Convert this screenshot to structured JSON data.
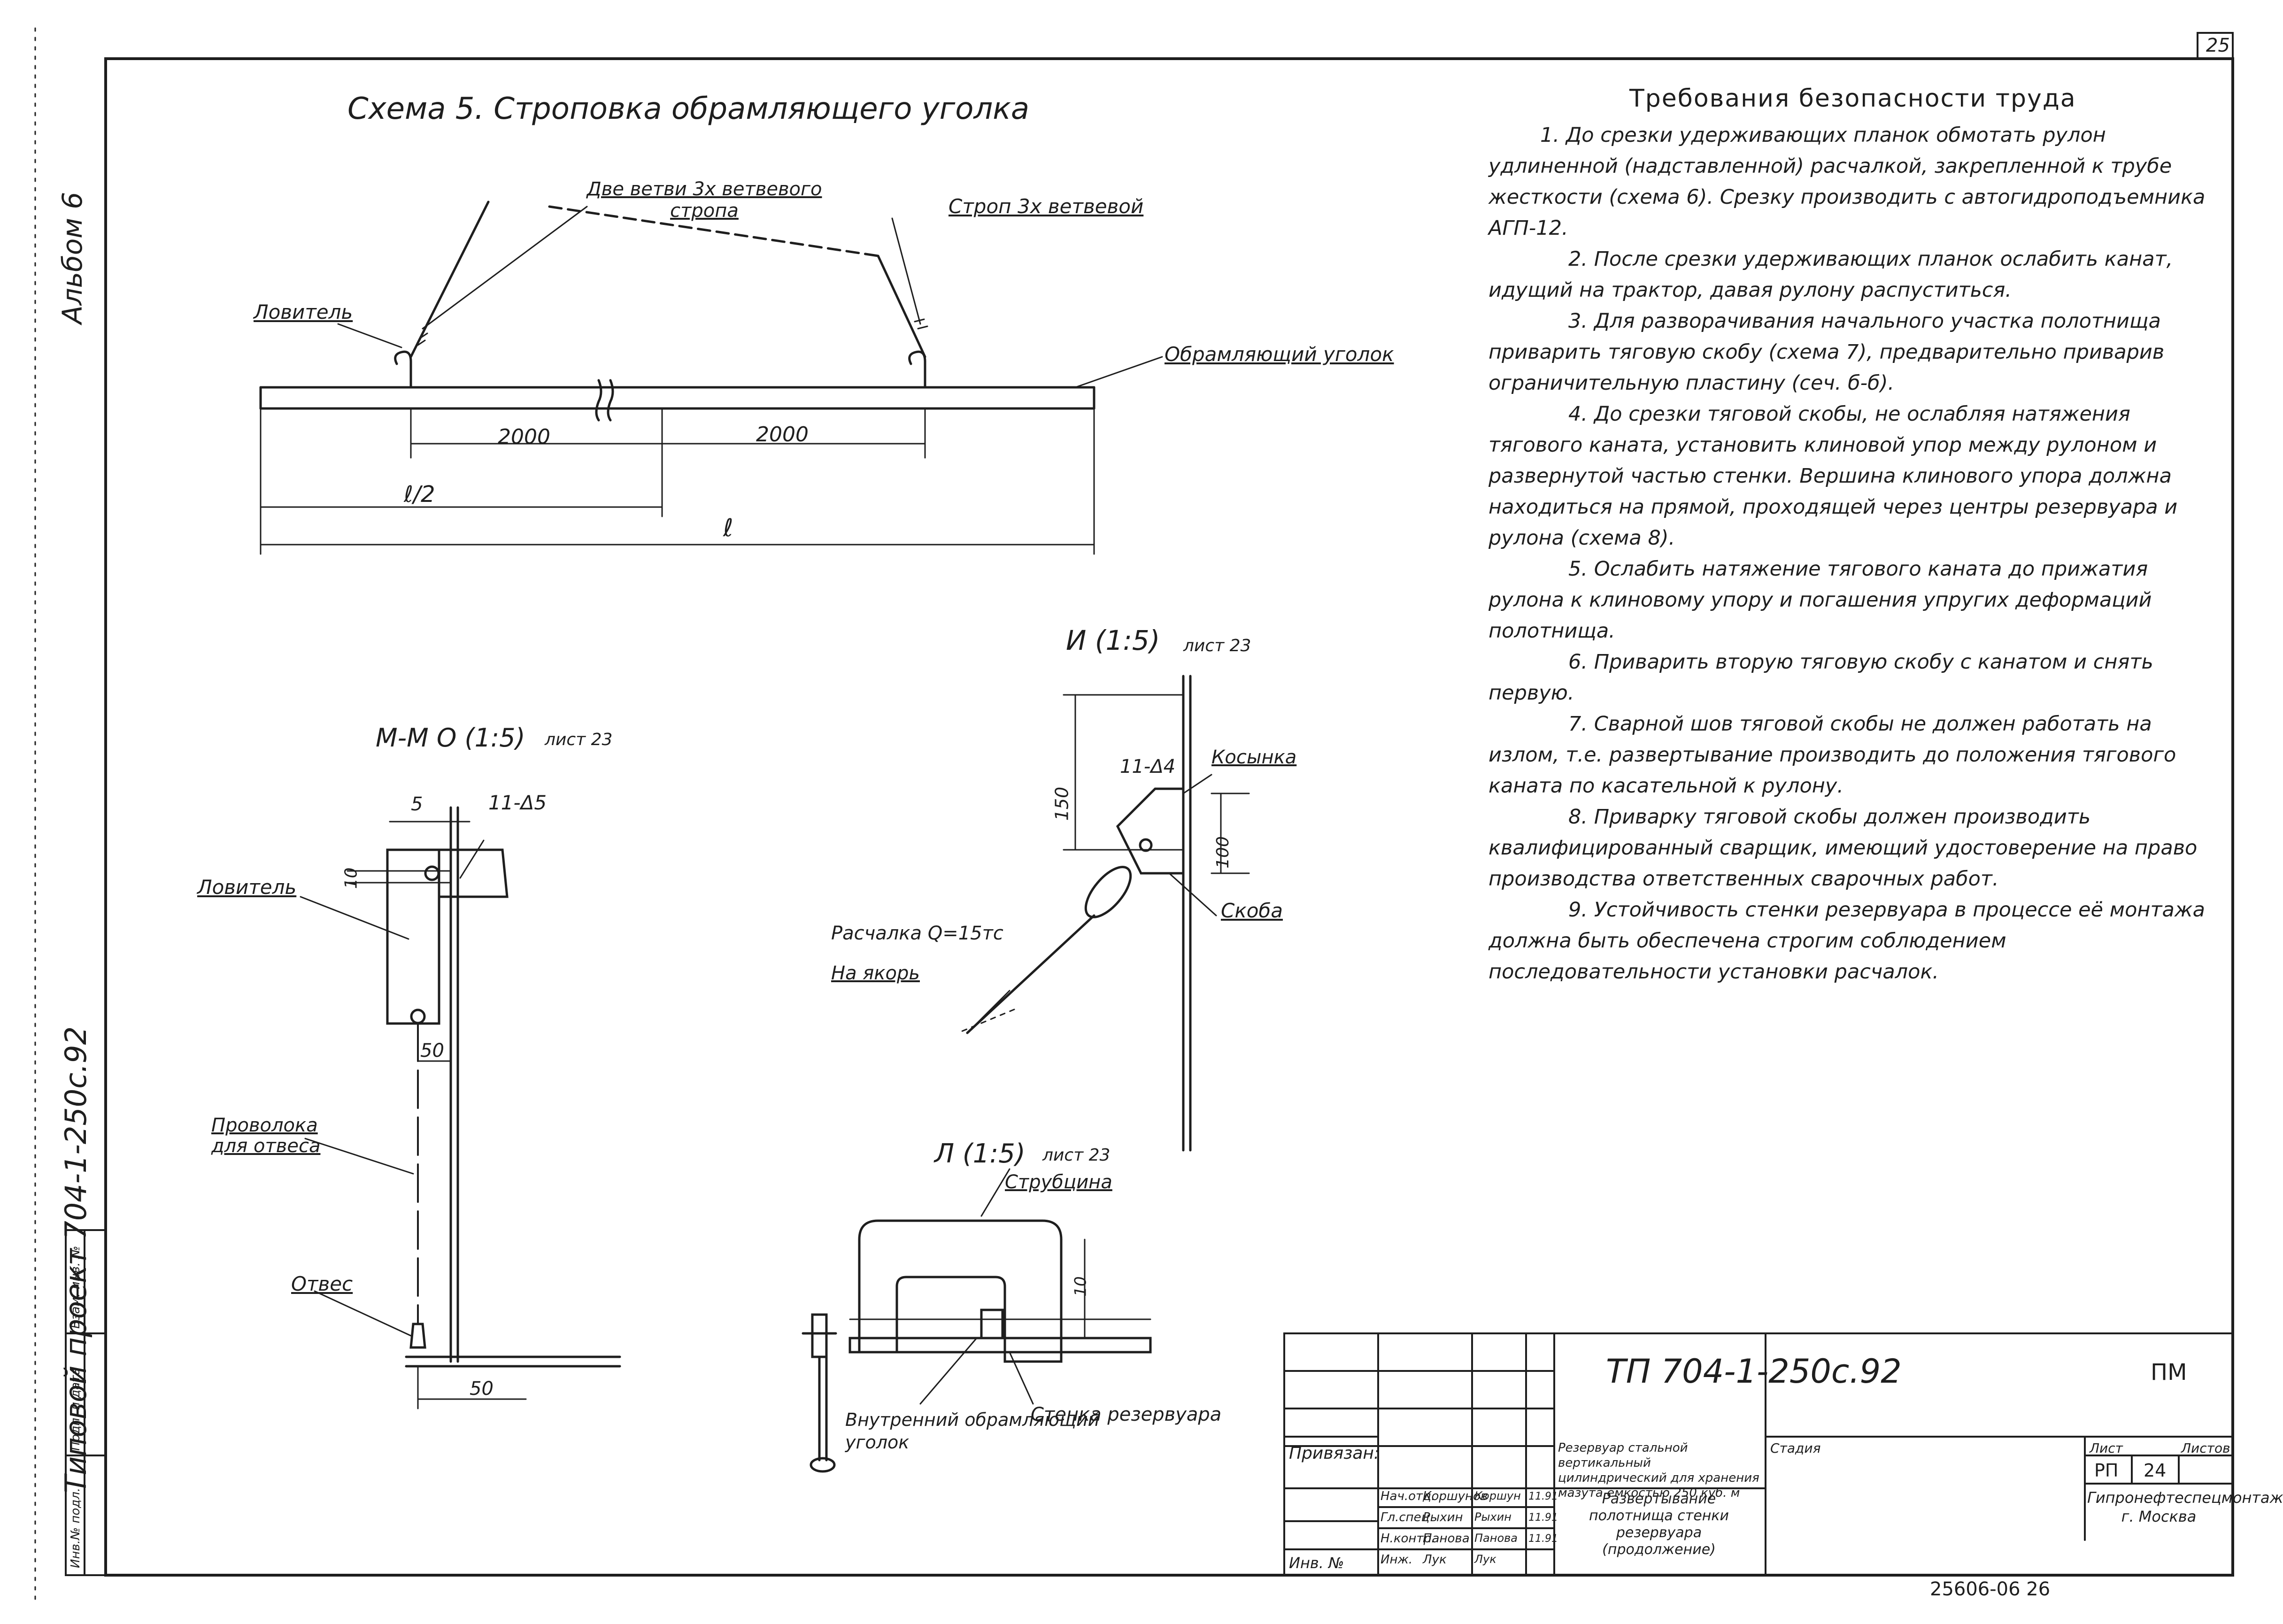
{
  "sheet": {
    "page_number": "25",
    "side_note": "Альбом 6",
    "side_project": "Типовой проект 704-1-250с.92",
    "side_columns": [
      "Инв.№ подл.",
      "Подп. и дата",
      "Взам. инв. №"
    ]
  },
  "scheme5": {
    "title": "Схема 5. Строповка обрамляющего уголка",
    "labels": {
      "two_branches": "Две ветви 3х ветвевого стропа",
      "sling": "Строп 3х ветвевой",
      "catcher": "Ловитель",
      "angle": "Обрамляющий уголок",
      "dim_2000a": "2000",
      "dim_2000b": "2000",
      "dim_half": "ℓ/2",
      "dim_full": "ℓ"
    }
  },
  "detail_mmo": {
    "title": "М-М О (1:5)",
    "sheet_ref": "лист 23",
    "labels": {
      "dim_5": "5",
      "weld": "11-Δ5",
      "dim_10": "10",
      "catcher": "Ловитель",
      "wire": "Проволока для отвеса",
      "plumb": "Отвес",
      "dim_50a": "50",
      "dim_50b": "50"
    }
  },
  "detail_i": {
    "title": "И (1:5)",
    "sheet_ref": "лист 23",
    "labels": {
      "dim_150": "150",
      "weld": "11-Δ4",
      "gusset": "Косынка",
      "dim_100": "100",
      "bracket": "Скоба",
      "guy": "Расчалка Q=15тс",
      "anchor": "На якорь"
    }
  },
  "detail_l": {
    "title": "Л (1:5)",
    "sheet_ref": "лист 23",
    "labels": {
      "clamp": "Струбцина",
      "dim_10": "10",
      "inner_angle": "Внутренний обрамляющий уголок",
      "tank_wall": "Стенка резервуара"
    }
  },
  "requirements": {
    "title": "Требования безопасности труда",
    "items": [
      "1. До срезки удерживающих планок обмотать рулон удлиненной (надставленной) расчалкой, закрепленной к трубе жесткости (схема 6). Срезку производить с автогидроподъемника АГП-12.",
      "2. После срезки удерживающих планок ослабить канат, идущий на трактор, давая рулону распуститься.",
      "3. Для разворачивания начального участка полотнища приварить тяговую скобу (схема 7), предварительно приварив ограничительную пластину (сеч. б-б).",
      "4. До срезки тяговой скобы, не ослабляя натяжения тягового каната, установить клиновой упор между рулоном и развернутой частью стенки. Вершина клинового упора должна находиться на прямой, проходящей через центры резервуара и рулона (схема 8).",
      "5. Ослабить натяжение тягового каната до прижатия рулона к клиновому упору и погашения упругих деформаций полотнища.",
      "6. Приварить вторую тяговую скобу с канатом и снять первую.",
      "7. Сварной шов тяговой скобы не должен работать на излом, т.е. развертывание производить до положения тягового каната по касательной к рулону.",
      "8. Приварку тяговой скобы должен производить квалифицированный сварщик, имеющий удостоверение на право производства ответственных сварочных работ.",
      "9. Устойчивость стенки резервуара в процессе её монтажа должна быть обеспечена строгим соблюдением последовательности установки расчалок."
    ]
  },
  "title_block": {
    "code": "ТП 704-1-250с.92",
    "code_suffix": "ПМ",
    "approved": "Привязан:",
    "inv": "Инв. №",
    "description": "Резервуар стальной вертикальный цилиндрический для хранения мазута емкостью 250 куб. м",
    "stage_header": "Стадия",
    "sheet_header": "Лист",
    "sheets_header": "Листов",
    "stage": "РП",
    "sheet": "24",
    "drawing_title": "Развертывание полотнища стенки резервуара (продолжение)",
    "org": "Гипронефтеспецмонтаж г. Москва",
    "roles": [
      "Нач.отд.",
      "Гл.спец",
      "Н.контр.",
      "Инж."
    ],
    "names": [
      "Коршунов",
      "Рыхин",
      "Панова",
      "Лук"
    ],
    "signatures": [
      "Коршун",
      "Рыхин",
      "Панова",
      "Лук"
    ],
    "dates": [
      "11.91",
      "11.91",
      "11.91",
      ""
    ],
    "archive": "25606-06 26"
  },
  "colors": {
    "ink": "#1e1e1e",
    "paper": "#ffffff"
  }
}
